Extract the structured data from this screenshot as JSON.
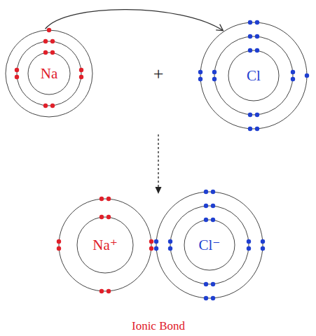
{
  "diagram": {
    "caption": "Ionic Bond",
    "nodes": [
      {
        "text": [
          "Na"
        ]
      },
      {
        "text": [
          "Cl"
        ]
      },
      {
        "text": [
          "Na⁺"
        ]
      },
      {
        "text": [
          "Cl⁻"
        ]
      }
    ],
    "edges": [
      {
        "from": 0,
        "to": 1,
        "arrow": "to"
      }
    ],
    "labels": [
      "+"
    ]
  }
}
